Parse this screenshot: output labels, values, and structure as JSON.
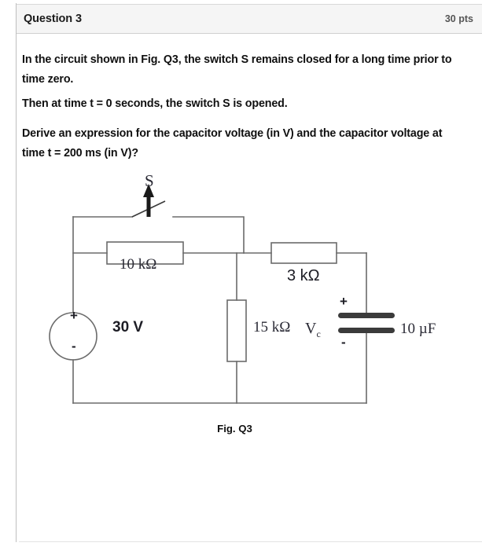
{
  "header": {
    "title": "Question 3",
    "points": "30 pts"
  },
  "question": {
    "paragraph1": "In the circuit shown in Fig. Q3, the switch S remains closed for a long time prior to time zero.",
    "paragraph2": "Then at time t = 0 seconds, the switch S is opened.",
    "paragraph3": "Derive an expression for the capacitor voltage (in V) and the capacitor voltage at time t = 200 ms (in V)?"
  },
  "figure": {
    "caption": "Fig. Q3",
    "labels": {
      "switch": "S",
      "r1": "10 kΩ",
      "r2": "3 kΩ",
      "r3": "15 kΩ",
      "source": "30 V",
      "capacitor_voltage": "V",
      "capacitor_voltage_sub": "c",
      "capacitance": "10 µF",
      "source_plus": "+",
      "source_minus": "-",
      "cap_plus": "+",
      "cap_minus": "-"
    }
  },
  "colors": {
    "header_bg": "#f5f5f5",
    "wire": "#6b6b6b",
    "text": "#101010",
    "points_text": "#555555"
  }
}
